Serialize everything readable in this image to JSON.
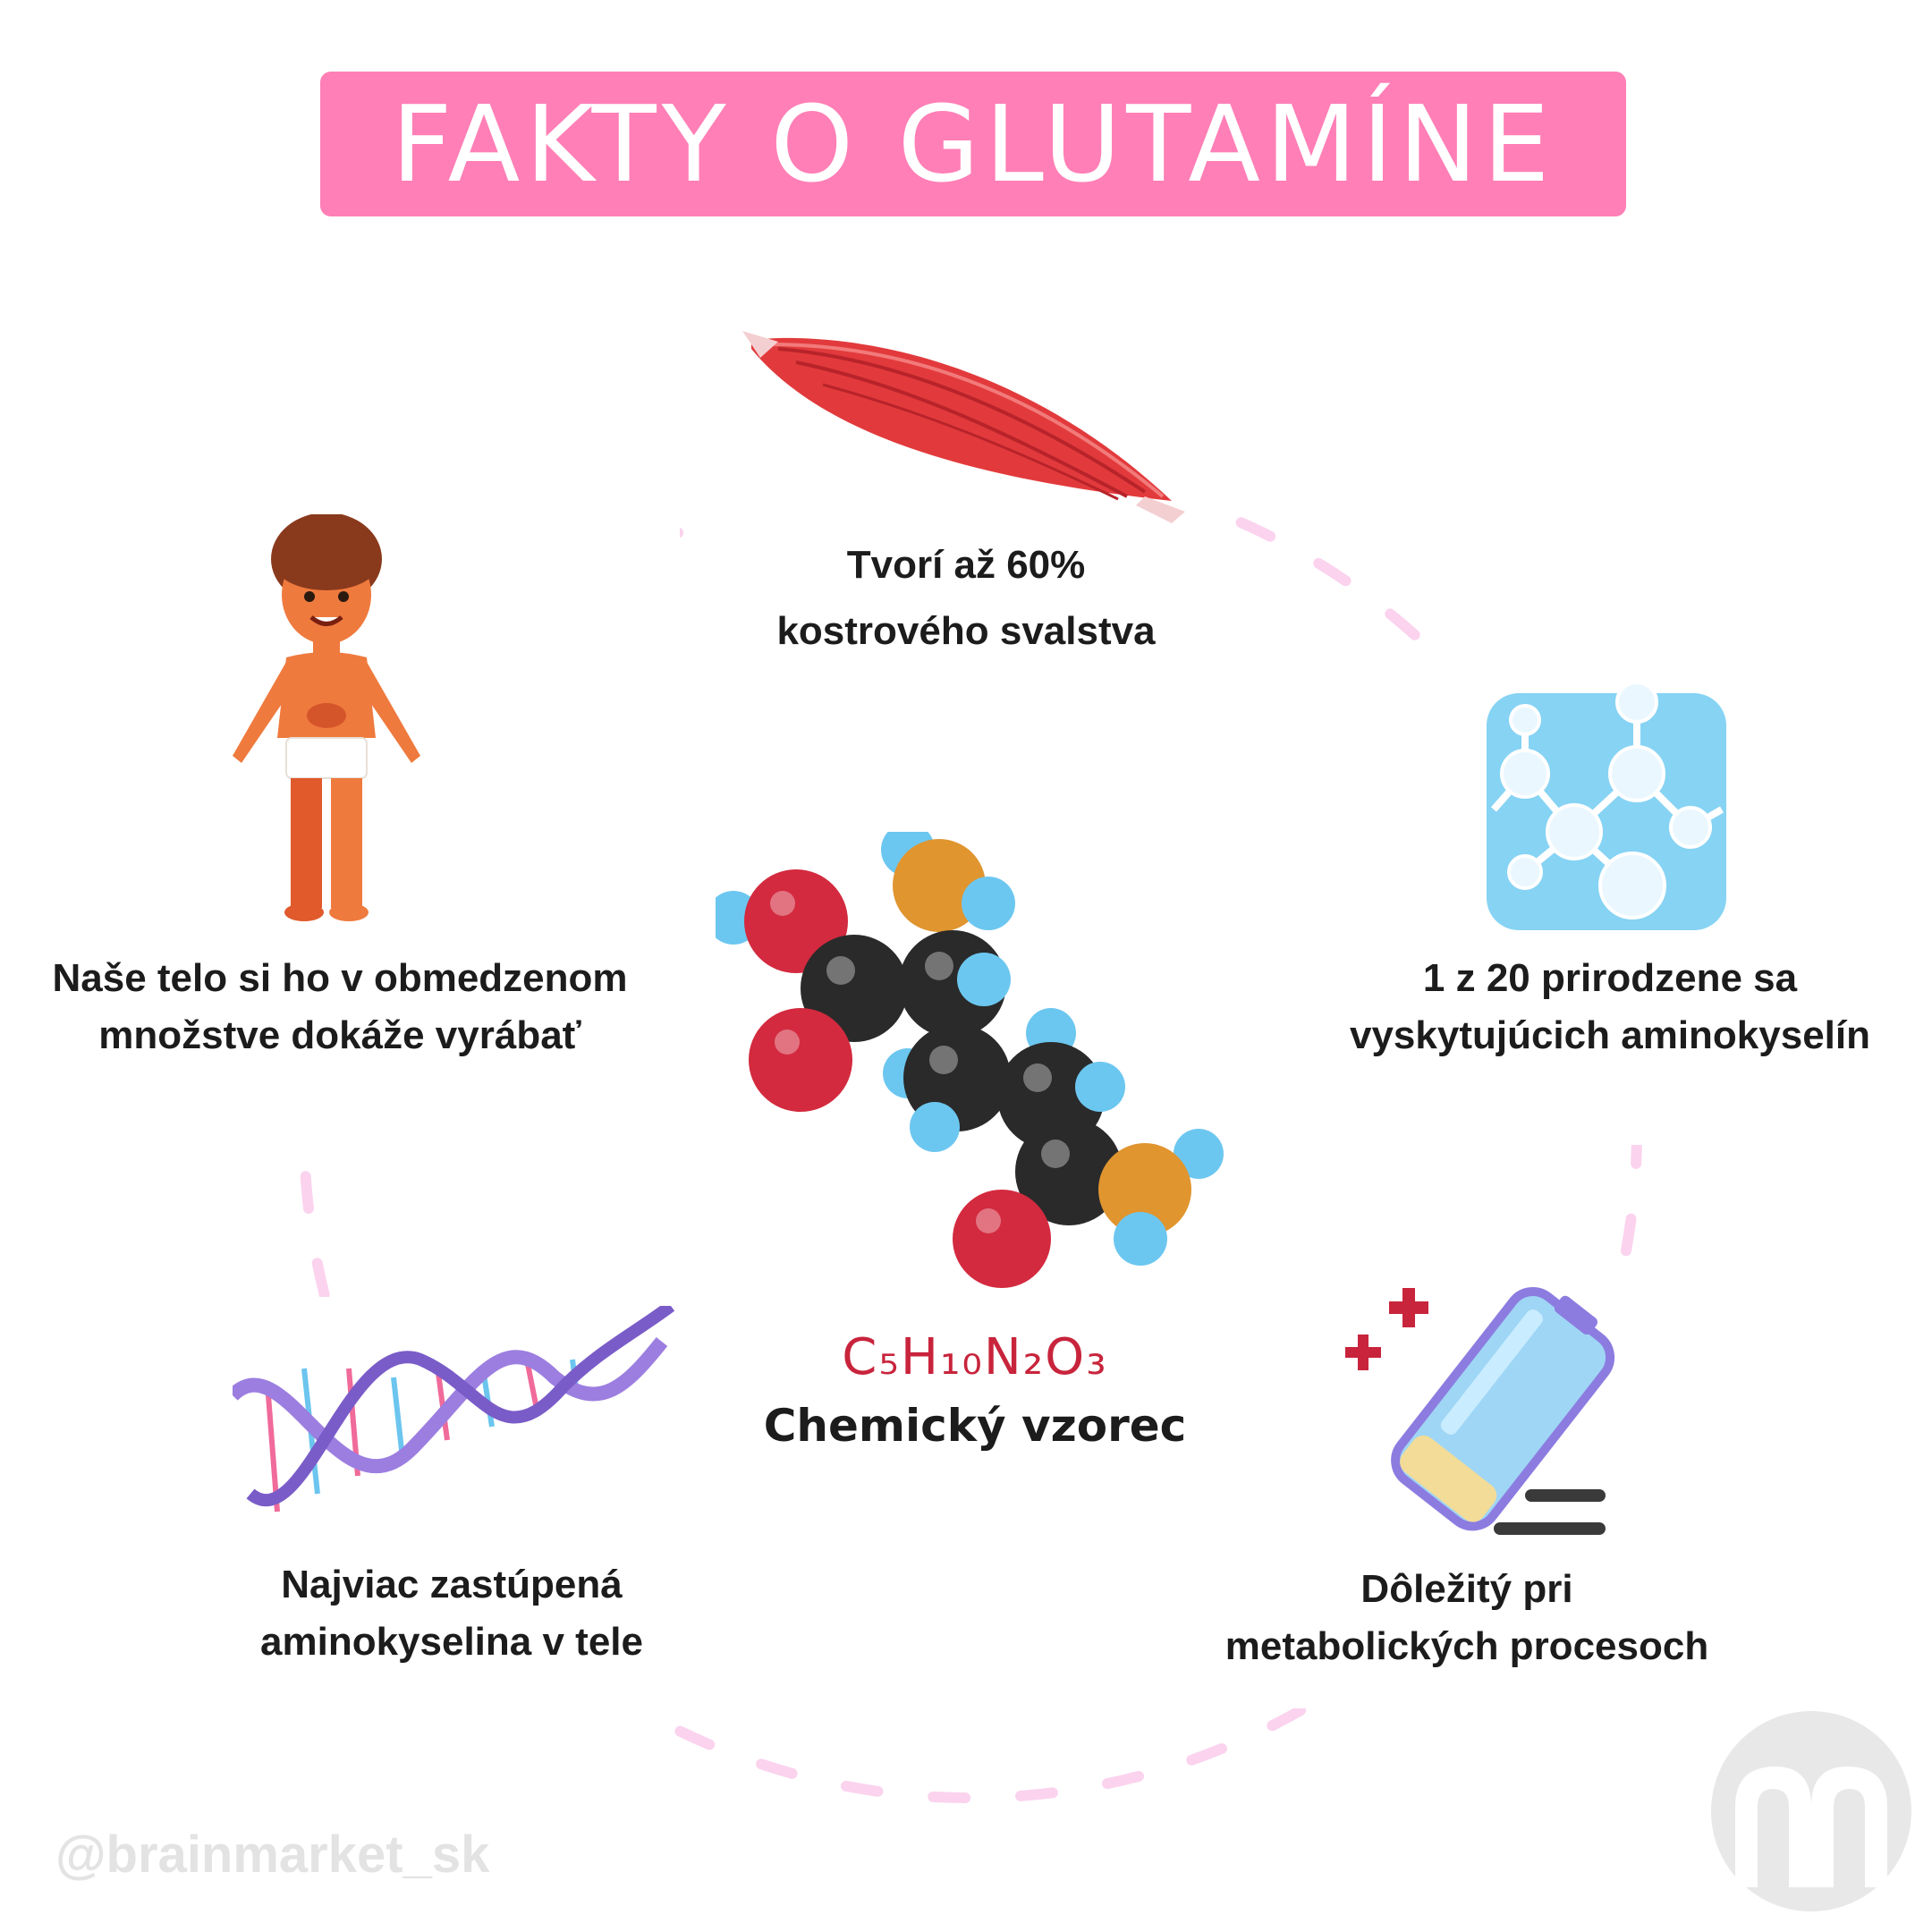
{
  "title": "FAKTY O GLUTAMÍNE",
  "facts": {
    "muscle": {
      "line1": "Tvorí až 60%",
      "line2": "kostrového svalstva",
      "icon": "muscle-icon"
    },
    "body": {
      "line1": "Naše telo si ho v obmedzenom",
      "line2": "množstve dokáže vyrábať",
      "icon": "child-body-icon"
    },
    "amino": {
      "line1": "1 z 20 prirodzene sa",
      "line2": "vyskytujúcich aminokyselín",
      "icon": "molecule-structure-icon"
    },
    "dna": {
      "line1": "Najviac zastúpená",
      "line2": "aminokyselina v tele",
      "icon": "dna-helix-icon"
    },
    "metabolism": {
      "line1": "Dôležitý pri",
      "line2": "metabolických procesoch",
      "icon": "battery-icon"
    }
  },
  "center": {
    "formula": "C₅H₁₀N₂O₃",
    "label": "Chemický vzorec",
    "icon": "glutamine-molecule-icon"
  },
  "footer": {
    "handle": "@brainmarket_sk",
    "logo_icon": "brainmarket-logo-icon"
  },
  "colors": {
    "title_bg": "#ff7fb6",
    "ring": "#fbd3ee",
    "formula": "#c8243c",
    "muscle": "#e23a3c",
    "skin": "#ef7a3e",
    "molecule_blue": "#86d3f4",
    "battery": "#9fd6f5",
    "oxygen": "#d32a3f",
    "carbon": "#2a2a2a",
    "nitrogen": "#e0952f",
    "hydrogen": "#6cc7f0"
  }
}
